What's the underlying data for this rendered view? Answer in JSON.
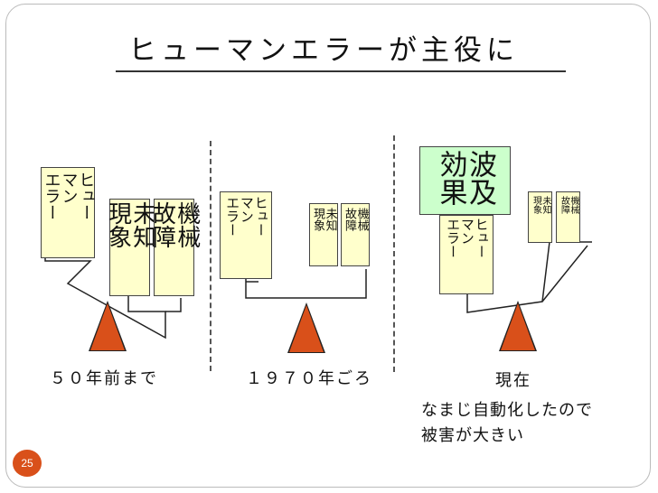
{
  "title": "ヒューマンエラーが主役に",
  "labels": {
    "human_error": "ヒュー\nマン\nエラー",
    "unknown": "未知\n現象",
    "failure": "機械\n故障",
    "ripple": "波及\n効果"
  },
  "captions": {
    "era1": "５０年前まで",
    "era2": "１９７０年ごろ",
    "era3_line1": "現在",
    "era3_line2": "なまじ自動化したので",
    "era3_line3": "被害が大きい"
  },
  "page_number": "25",
  "colors": {
    "box_yellow": "#ffffcc",
    "box_green": "#ccffcc",
    "fulcrum": "#d9501a",
    "badge": "#d9501a"
  }
}
